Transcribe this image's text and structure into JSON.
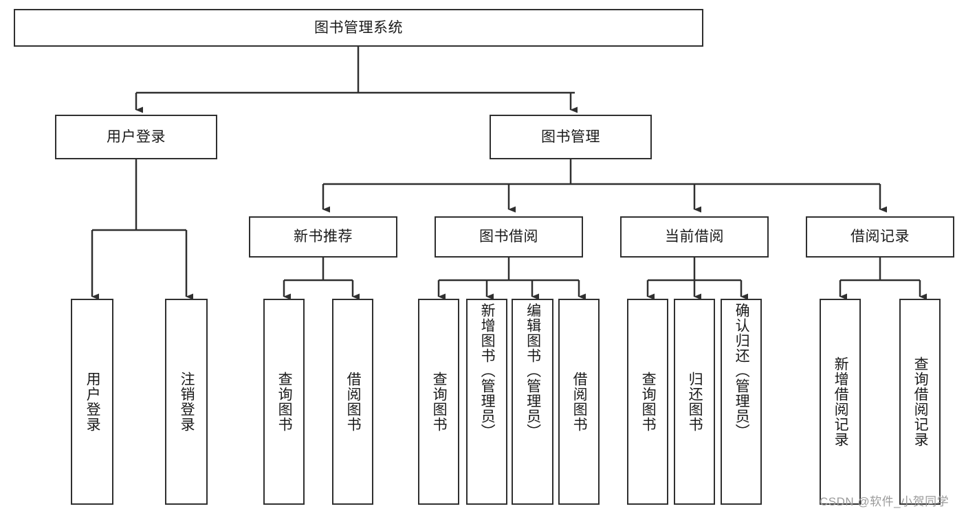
{
  "diagram": {
    "type": "tree-hierarchy-flowchart",
    "title": "图书管理系统",
    "orientation": "top-down",
    "style": {
      "background": "#ffffff",
      "box_border": "#2f2f2f",
      "box_fill": "#ffffff",
      "edge_color": "#2f2f2f",
      "text_color": "#1a1a1a"
    },
    "levels": {
      "level1": [
        "图书管理系统"
      ],
      "level2": [
        "用户登录",
        "图书管理"
      ],
      "level3": [
        "新书推荐",
        "图书借阅",
        "当前借阅",
        "借阅记录"
      ],
      "level4": [
        "用户登录",
        "注销登录",
        "查询图书",
        "借阅图书",
        "查询图书",
        "新增图书（管理员）",
        "编辑图书（管理员）",
        "借阅图书",
        "查询图书",
        "归还图书",
        "确认归还（管理员）",
        "新增借阅记录",
        "查询借阅记录"
      ]
    },
    "nodes": {
      "root": {
        "label": "图书管理系统"
      },
      "l2": [
        {
          "label": "用户登录"
        },
        {
          "label": "图书管理"
        }
      ],
      "l3": [
        {
          "label": "新书推荐"
        },
        {
          "label": "图书借阅"
        },
        {
          "label": "当前借阅"
        },
        {
          "label": "借阅记录"
        }
      ],
      "leaves": [
        {
          "label": "用户登录",
          "parent": "用户登录"
        },
        {
          "label": "注销登录",
          "parent": "用户登录"
        },
        {
          "label": "查询图书",
          "parent": "新书推荐"
        },
        {
          "label": "借阅图书",
          "parent": "新书推荐"
        },
        {
          "label": "查询图书",
          "parent": "图书借阅"
        },
        {
          "label": "新增图书（管理员）",
          "parent": "图书借阅"
        },
        {
          "label": "编辑图书（管理员）",
          "parent": "图书借阅"
        },
        {
          "label": "借阅图书",
          "parent": "图书借阅"
        },
        {
          "label": "查询图书",
          "parent": "当前借阅"
        },
        {
          "label": "归还图书",
          "parent": "当前借阅"
        },
        {
          "label": "确认归还（管理员）",
          "parent": "当前借阅"
        },
        {
          "label": "新增借阅记录",
          "parent": "借阅记录"
        },
        {
          "label": "查询借阅记录",
          "parent": "借阅记录"
        }
      ]
    },
    "edges": [
      {
        "from": "图书管理系统",
        "to": "用户登录"
      },
      {
        "from": "图书管理系统",
        "to": "图书管理"
      },
      {
        "from": "图书管理",
        "to": "新书推荐"
      },
      {
        "from": "图书管理",
        "to": "图书借阅"
      },
      {
        "from": "图书管理",
        "to": "当前借阅"
      },
      {
        "from": "图书管理",
        "to": "借阅记录"
      },
      {
        "from": "用户登录",
        "to": "用户登录"
      },
      {
        "from": "用户登录",
        "to": "注销登录"
      },
      {
        "from": "新书推荐",
        "to": "查询图书"
      },
      {
        "from": "新书推荐",
        "to": "借阅图书"
      },
      {
        "from": "图书借阅",
        "to": "查询图书"
      },
      {
        "from": "图书借阅",
        "to": "新增图书（管理员）"
      },
      {
        "from": "图书借阅",
        "to": "编辑图书（管理员）"
      },
      {
        "from": "图书借阅",
        "to": "借阅图书"
      },
      {
        "from": "当前借阅",
        "to": "查询图书"
      },
      {
        "from": "当前借阅",
        "to": "归还图书"
      },
      {
        "from": "当前借阅",
        "to": "确认归还（管理员）"
      },
      {
        "from": "借阅记录",
        "to": "新增借阅记录"
      },
      {
        "from": "借阅记录",
        "to": "查询借阅记录"
      }
    ]
  },
  "watermark": {
    "text": "CSDN @软件_小贺同学"
  }
}
